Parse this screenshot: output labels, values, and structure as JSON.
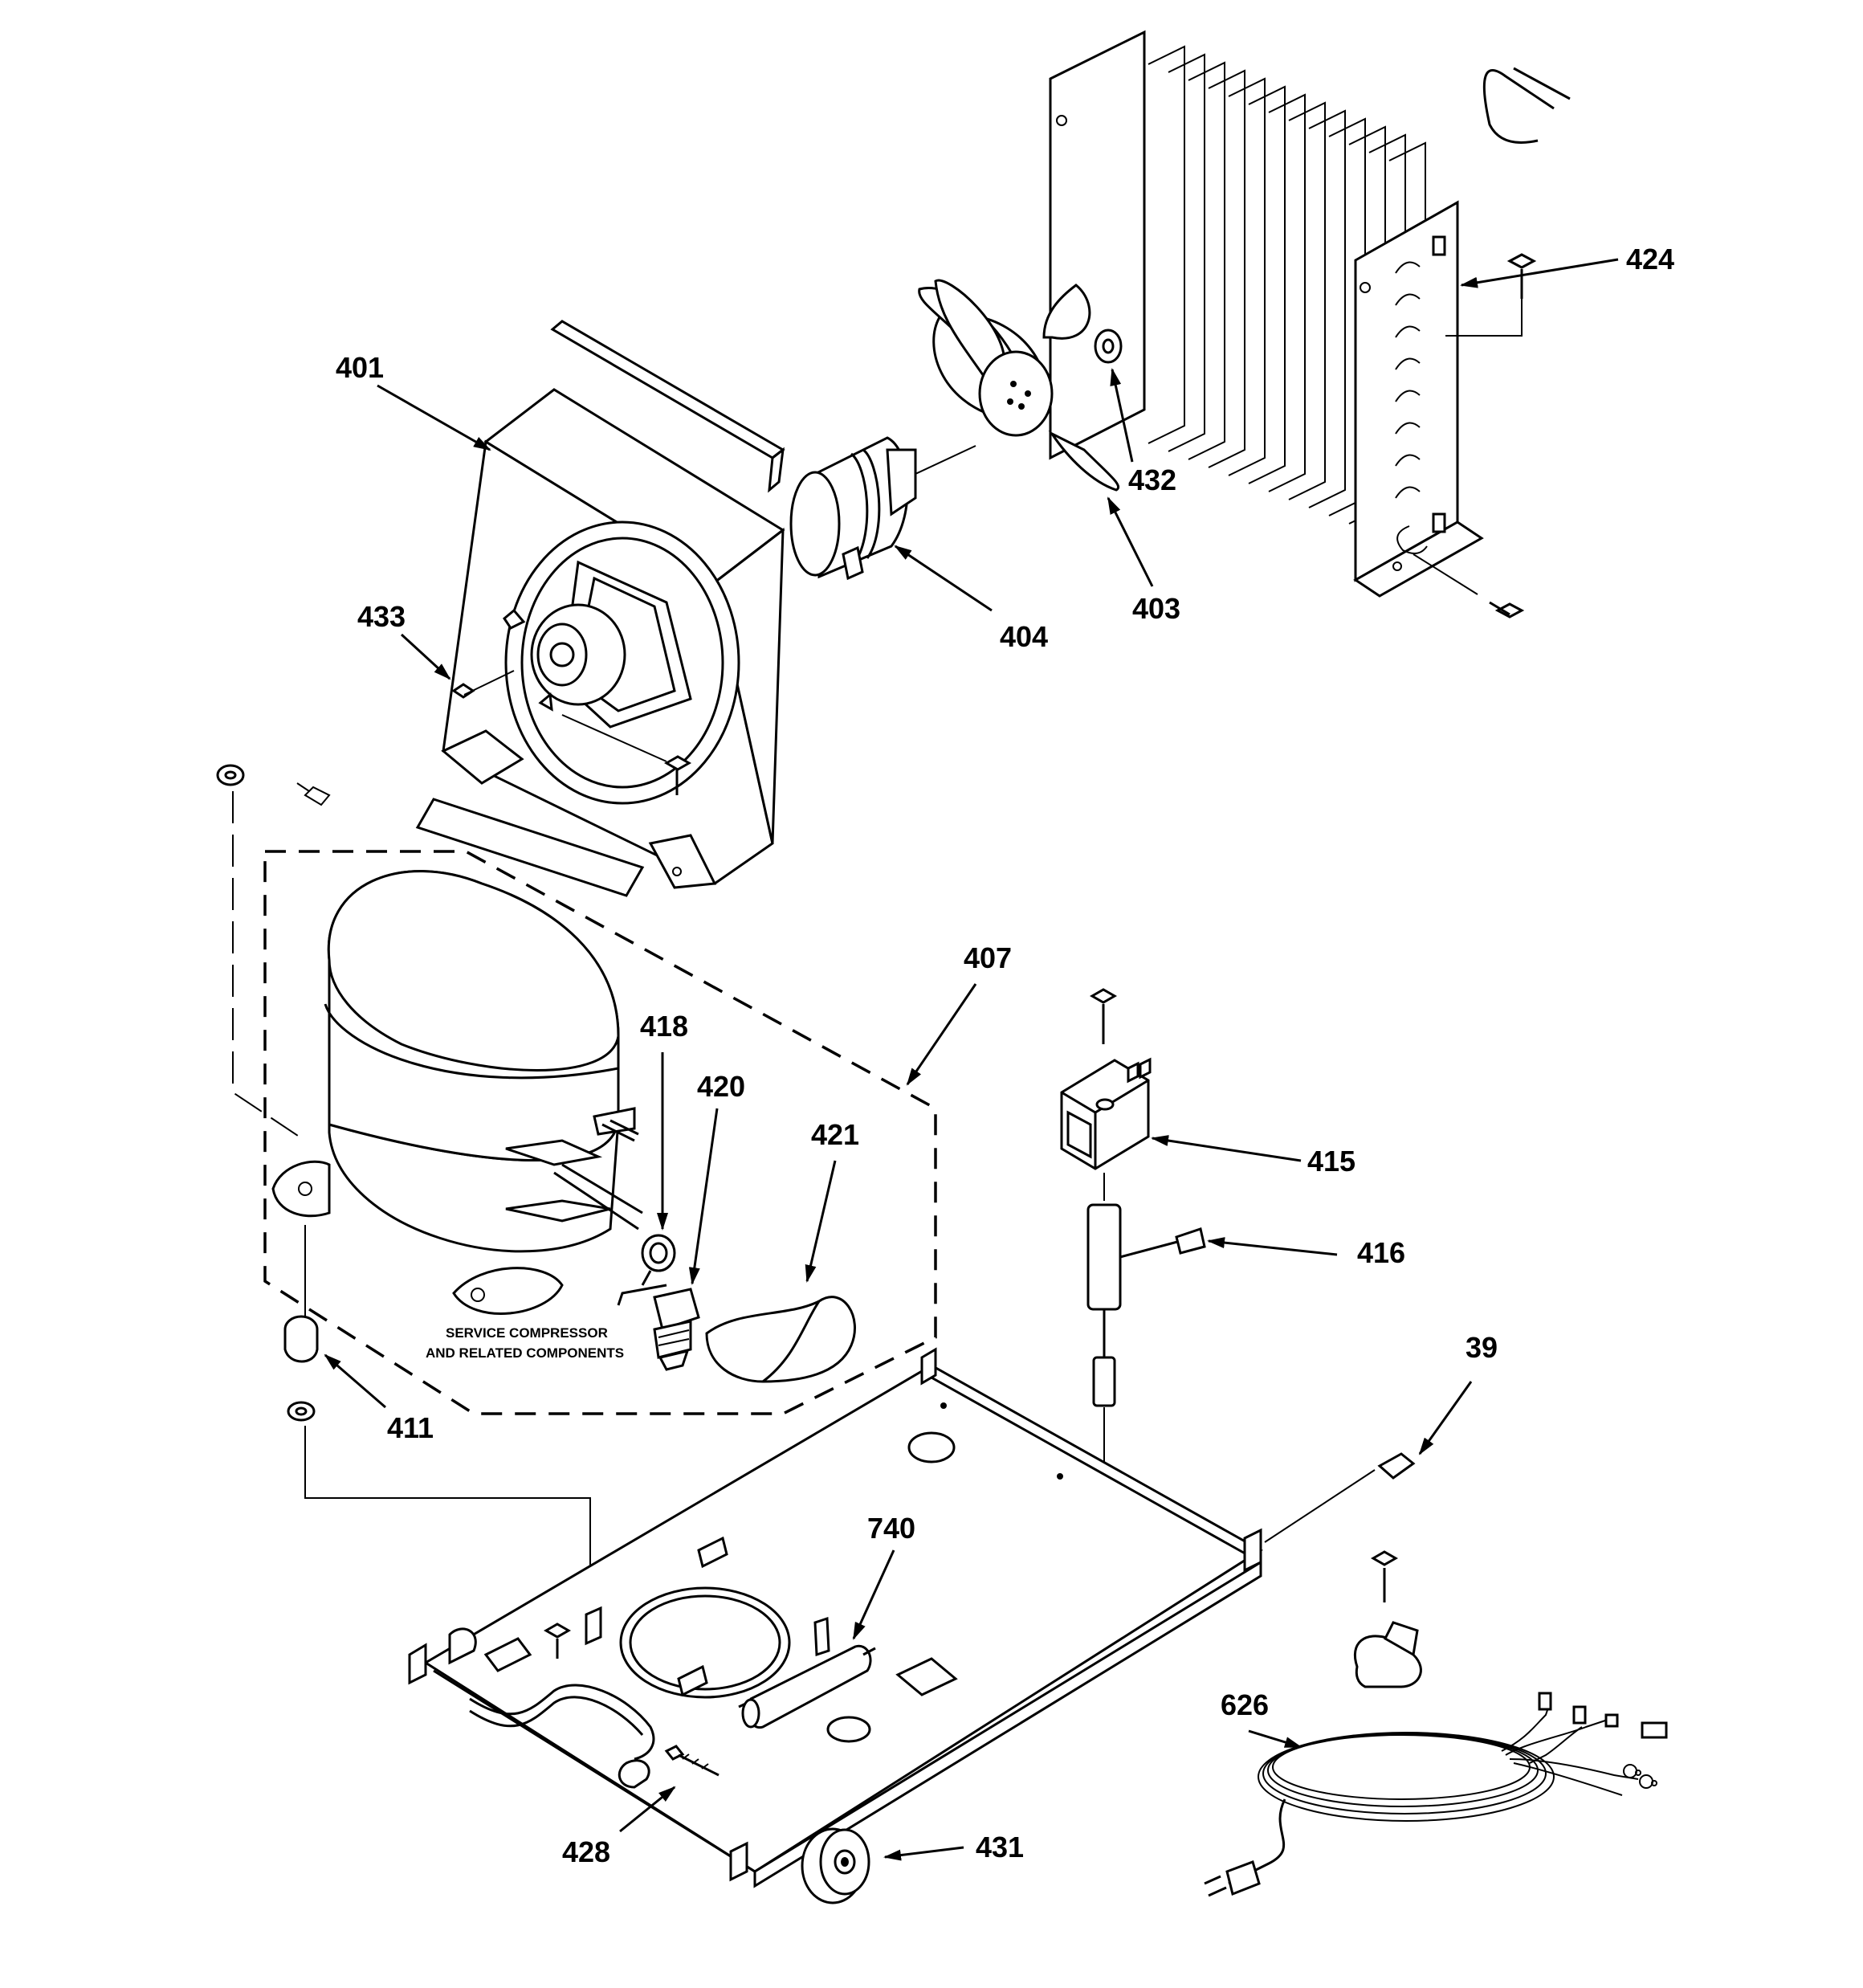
{
  "diagram": {
    "callouts": [
      {
        "id": "401",
        "label": "401"
      },
      {
        "id": "433",
        "label": "433"
      },
      {
        "id": "404",
        "label": "404"
      },
      {
        "id": "403",
        "label": "403"
      },
      {
        "id": "432",
        "label": "432"
      },
      {
        "id": "424",
        "label": "424"
      },
      {
        "id": "407",
        "label": "407"
      },
      {
        "id": "418",
        "label": "418"
      },
      {
        "id": "420",
        "label": "420"
      },
      {
        "id": "421",
        "label": "421"
      },
      {
        "id": "411",
        "label": "411"
      },
      {
        "id": "415",
        "label": "415"
      },
      {
        "id": "416",
        "label": "416"
      },
      {
        "id": "39",
        "label": "39"
      },
      {
        "id": "740",
        "label": "740"
      },
      {
        "id": "626",
        "label": "626"
      },
      {
        "id": "428",
        "label": "428"
      },
      {
        "id": "431",
        "label": "431"
      }
    ],
    "note_line_1": "SERVICE COMPRESSOR",
    "note_line_2": "AND RELATED COMPONENTS"
  }
}
